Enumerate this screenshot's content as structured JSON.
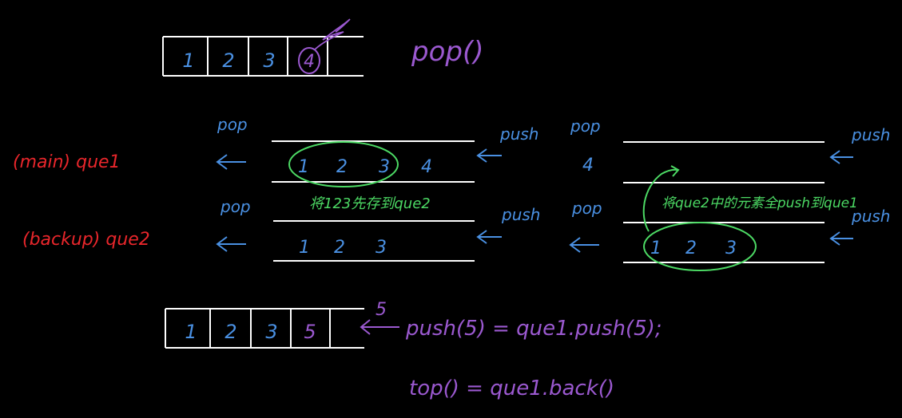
{
  "colors": {
    "white": "#ffffff",
    "blue": "#4a90e2",
    "purple": "#9b59d0",
    "green": "#4cd964",
    "red": "#e8262b"
  },
  "top_array": {
    "cells": [
      "1",
      "2",
      "3",
      "4"
    ],
    "op": "pop()"
  },
  "queues": {
    "left": {
      "que1": {
        "label": "(main)  que1",
        "pop": "pop",
        "push": "push",
        "values": [
          "1",
          "2",
          "3",
          "4"
        ]
      },
      "que2": {
        "label": "(backup) que2",
        "pop": "pop",
        "push": "push",
        "values": [
          "1",
          "2",
          "3"
        ]
      },
      "note": "将123先存到que2"
    },
    "right": {
      "que1": {
        "pop": "pop",
        "push": "push",
        "values": [
          "4"
        ]
      },
      "que2": {
        "pop": "pop",
        "push": "push",
        "values": [
          "1",
          "2",
          "3"
        ]
      },
      "note": "将que2中的元素全push到que1"
    }
  },
  "bottom_array": {
    "cells": [
      "1",
      "2",
      "3",
      "5"
    ],
    "incoming": "5",
    "push_eq": "push(5) = que1.push(5);",
    "top_eq": "top() = que1.back()"
  }
}
